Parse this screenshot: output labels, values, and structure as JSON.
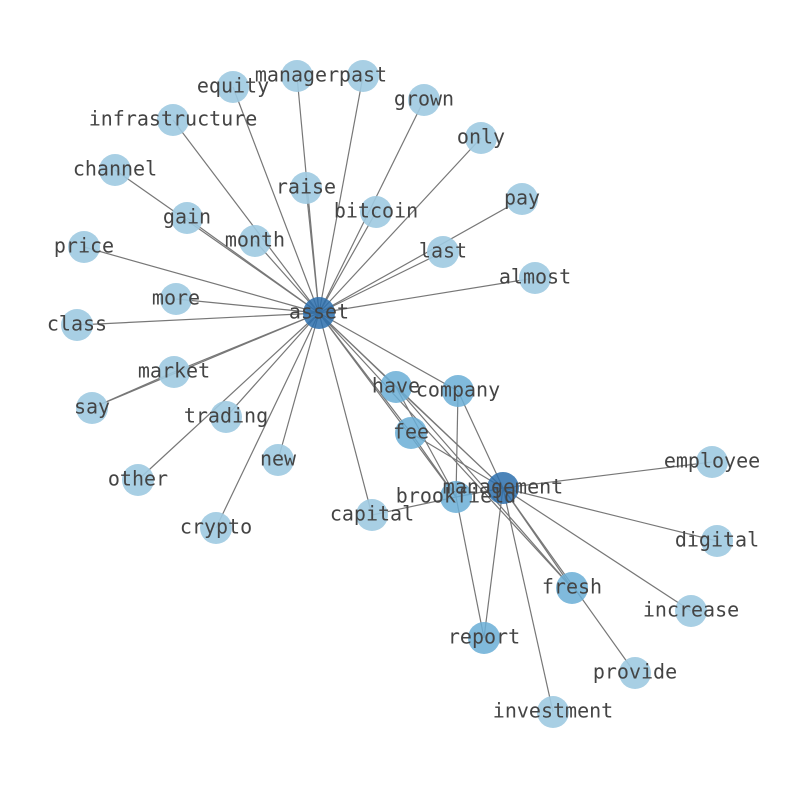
{
  "colors": {
    "light": "#9ecae1",
    "mid": "#6aaed6",
    "dark": "#2c6fad",
    "edge": "#777777",
    "label": "#444444"
  },
  "nodes": [
    {
      "id": "asset",
      "label": "asset",
      "shade": "dark"
    },
    {
      "id": "management",
      "label": "management",
      "shade": "dark"
    },
    {
      "id": "brookfield",
      "label": "brookfield",
      "shade": "mid"
    },
    {
      "id": "have",
      "label": "have",
      "shade": "mid"
    },
    {
      "id": "company",
      "label": "company",
      "shade": "mid"
    },
    {
      "id": "fee",
      "label": "fee",
      "shade": "mid"
    },
    {
      "id": "fresh",
      "label": "fresh",
      "shade": "mid"
    },
    {
      "id": "report",
      "label": "report",
      "shade": "mid"
    },
    {
      "id": "manager",
      "label": "manager",
      "shade": "light"
    },
    {
      "id": "past",
      "label": "past",
      "shade": "light"
    },
    {
      "id": "equity",
      "label": "equity",
      "shade": "light"
    },
    {
      "id": "grown",
      "label": "grown",
      "shade": "light"
    },
    {
      "id": "infrastructure",
      "label": "infrastructure",
      "shade": "light"
    },
    {
      "id": "only",
      "label": "only",
      "shade": "light"
    },
    {
      "id": "channel",
      "label": "channel",
      "shade": "light"
    },
    {
      "id": "raise",
      "label": "raise",
      "shade": "light"
    },
    {
      "id": "pay",
      "label": "pay",
      "shade": "light"
    },
    {
      "id": "bitcoin",
      "label": "bitcoin",
      "shade": "light"
    },
    {
      "id": "gain",
      "label": "gain",
      "shade": "light"
    },
    {
      "id": "month",
      "label": "month",
      "shade": "light"
    },
    {
      "id": "price",
      "label": "price",
      "shade": "light"
    },
    {
      "id": "last",
      "label": "last",
      "shade": "light"
    },
    {
      "id": "almost",
      "label": "almost",
      "shade": "light"
    },
    {
      "id": "more",
      "label": "more",
      "shade": "light"
    },
    {
      "id": "class",
      "label": "class",
      "shade": "light"
    },
    {
      "id": "market",
      "label": "market",
      "shade": "light"
    },
    {
      "id": "say",
      "label": "say",
      "shade": "light"
    },
    {
      "id": "trading",
      "label": "trading",
      "shade": "light"
    },
    {
      "id": "new",
      "label": "new",
      "shade": "light"
    },
    {
      "id": "other",
      "label": "other",
      "shade": "light"
    },
    {
      "id": "employee",
      "label": "employee",
      "shade": "light"
    },
    {
      "id": "capital",
      "label": "capital",
      "shade": "light"
    },
    {
      "id": "crypto",
      "label": "crypto",
      "shade": "light"
    },
    {
      "id": "digital",
      "label": "digital",
      "shade": "light"
    },
    {
      "id": "increase",
      "label": "increase",
      "shade": "light"
    },
    {
      "id": "provide",
      "label": "provide",
      "shade": "light"
    },
    {
      "id": "investment",
      "label": "investment",
      "shade": "light"
    }
  ],
  "edges": [
    [
      "asset",
      "manager"
    ],
    [
      "asset",
      "past"
    ],
    [
      "asset",
      "equity"
    ],
    [
      "asset",
      "grown"
    ],
    [
      "asset",
      "infrastructure"
    ],
    [
      "asset",
      "only"
    ],
    [
      "asset",
      "channel"
    ],
    [
      "asset",
      "raise"
    ],
    [
      "asset",
      "pay"
    ],
    [
      "asset",
      "bitcoin"
    ],
    [
      "asset",
      "gain"
    ],
    [
      "asset",
      "month"
    ],
    [
      "asset",
      "price"
    ],
    [
      "asset",
      "last"
    ],
    [
      "asset",
      "almost"
    ],
    [
      "asset",
      "more"
    ],
    [
      "asset",
      "class"
    ],
    [
      "asset",
      "market"
    ],
    [
      "asset",
      "say"
    ],
    [
      "asset",
      "trading"
    ],
    [
      "asset",
      "new"
    ],
    [
      "asset",
      "other"
    ],
    [
      "asset",
      "crypto"
    ],
    [
      "asset",
      "capital"
    ],
    [
      "asset",
      "have"
    ],
    [
      "asset",
      "company"
    ],
    [
      "asset",
      "fee"
    ],
    [
      "asset",
      "management"
    ],
    [
      "asset",
      "brookfield"
    ],
    [
      "asset",
      "fresh"
    ],
    [
      "management",
      "employee"
    ],
    [
      "management",
      "digital"
    ],
    [
      "management",
      "increase"
    ],
    [
      "management",
      "provide"
    ],
    [
      "management",
      "investment"
    ],
    [
      "management",
      "report"
    ],
    [
      "management",
      "company"
    ],
    [
      "management",
      "have"
    ],
    [
      "management",
      "fee"
    ],
    [
      "management",
      "fresh"
    ],
    [
      "management",
      "brookfield"
    ],
    [
      "brookfield",
      "capital"
    ],
    [
      "brookfield",
      "company"
    ],
    [
      "brookfield",
      "report"
    ],
    [
      "brookfield",
      "have"
    ],
    [
      "brookfield",
      "fee"
    ],
    [
      "have",
      "fresh"
    ],
    [
      "market",
      "say"
    ]
  ]
}
